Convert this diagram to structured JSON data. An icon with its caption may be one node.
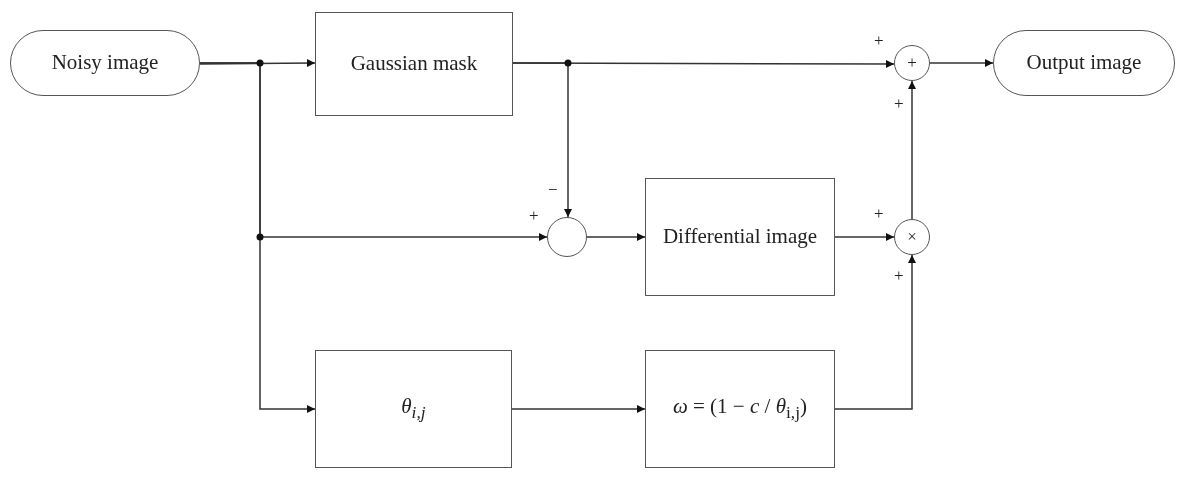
{
  "diagram": {
    "nodes": [
      {
        "text": [
          "Noisy image"
        ]
      },
      {
        "text": [
          "Gaussian mask"
        ]
      },
      {
        "text": [
          "+"
        ]
      },
      {
        "text": [
          "Output image"
        ]
      },
      {
        "text": [],
        "shape": "circle"
      },
      {
        "text": [
          "Differential image"
        ]
      },
      {
        "text": [
          "×"
        ]
      },
      {
        "text": [
          "θ$_{i,j}$"
        ]
      },
      {
        "text": [
          "*ω* = (1 − *c* / *θ*$_{i,j}$)"
        ]
      }
    ],
    "edges": [
      {
        "from": 0,
        "to": 1,
        "arrow": "to"
      },
      {
        "from": 0,
        "to": 4,
        "arrow": "to",
        "label": "+"
      },
      {
        "from": 0,
        "to": 7,
        "arrow": "to"
      },
      {
        "from": 1,
        "to": 2,
        "arrow": "to",
        "label": "+"
      },
      {
        "from": 1,
        "to": 4,
        "arrow": "to",
        "label": "−"
      },
      {
        "from": 2,
        "to": 3,
        "arrow": "to"
      },
      {
        "from": 4,
        "to": 5,
        "arrow": "to"
      },
      {
        "from": 5,
        "to": 6,
        "arrow": "to",
        "label": "+"
      },
      {
        "from": 6,
        "to": 2,
        "arrow": "to",
        "label": "+"
      },
      {
        "from": 7,
        "to": 8,
        "arrow": "to"
      },
      {
        "from": 8,
        "to": 6,
        "arrow": "to",
        "label": "+"
      }
    ]
  }
}
